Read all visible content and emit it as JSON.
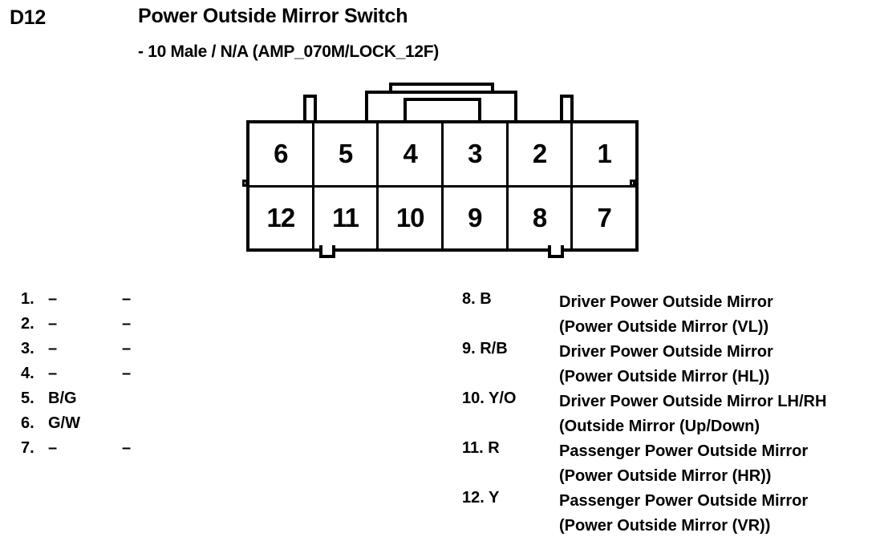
{
  "header": {
    "code": "D12",
    "title": "Power Outside Mirror Switch",
    "subtitle": "- 10 Male / N/A (AMP_070M/LOCK_12F)"
  },
  "connector": {
    "rows": [
      {
        "cells": [
          "6",
          "5",
          "4",
          "3",
          "2",
          "1"
        ]
      },
      {
        "cells": [
          "12",
          "11",
          "10",
          "9",
          "8",
          "7"
        ]
      }
    ]
  },
  "pins_left": [
    {
      "num": "1.",
      "wire": "–",
      "desc": "–"
    },
    {
      "num": "2.",
      "wire": "–",
      "desc": "–"
    },
    {
      "num": "3.",
      "wire": "–",
      "desc": "–"
    },
    {
      "num": "4.",
      "wire": "–",
      "desc": "–"
    },
    {
      "num": "5.",
      "wire": "B/G",
      "desc": ""
    },
    {
      "num": "6.",
      "wire": "G/W",
      "desc": ""
    },
    {
      "num": "7.",
      "wire": "–",
      "desc": "–"
    }
  ],
  "pins_right": [
    {
      "num": "8. B",
      "desc_line1": "Driver Power Outside Mirror",
      "desc_line2": "(Power Outside Mirror (VL))"
    },
    {
      "num": "9. R/B",
      "desc_line1": "Driver Power Outside Mirror",
      "desc_line2": "(Power Outside Mirror (HL))"
    },
    {
      "num": "10. Y/O",
      "desc_line1": "Driver Power Outside Mirror LH/RH",
      "desc_line2": "(Outside Mirror (Up/Down)"
    },
    {
      "num": "11. R",
      "desc_line1": "Passenger Power Outside Mirror",
      "desc_line2": "(Power Outside Mirror (HR))"
    },
    {
      "num": "12. Y",
      "desc_line1": "Passenger Power Outside Mirror",
      "desc_line2": "(Power Outside Mirror (VR))"
    }
  ]
}
